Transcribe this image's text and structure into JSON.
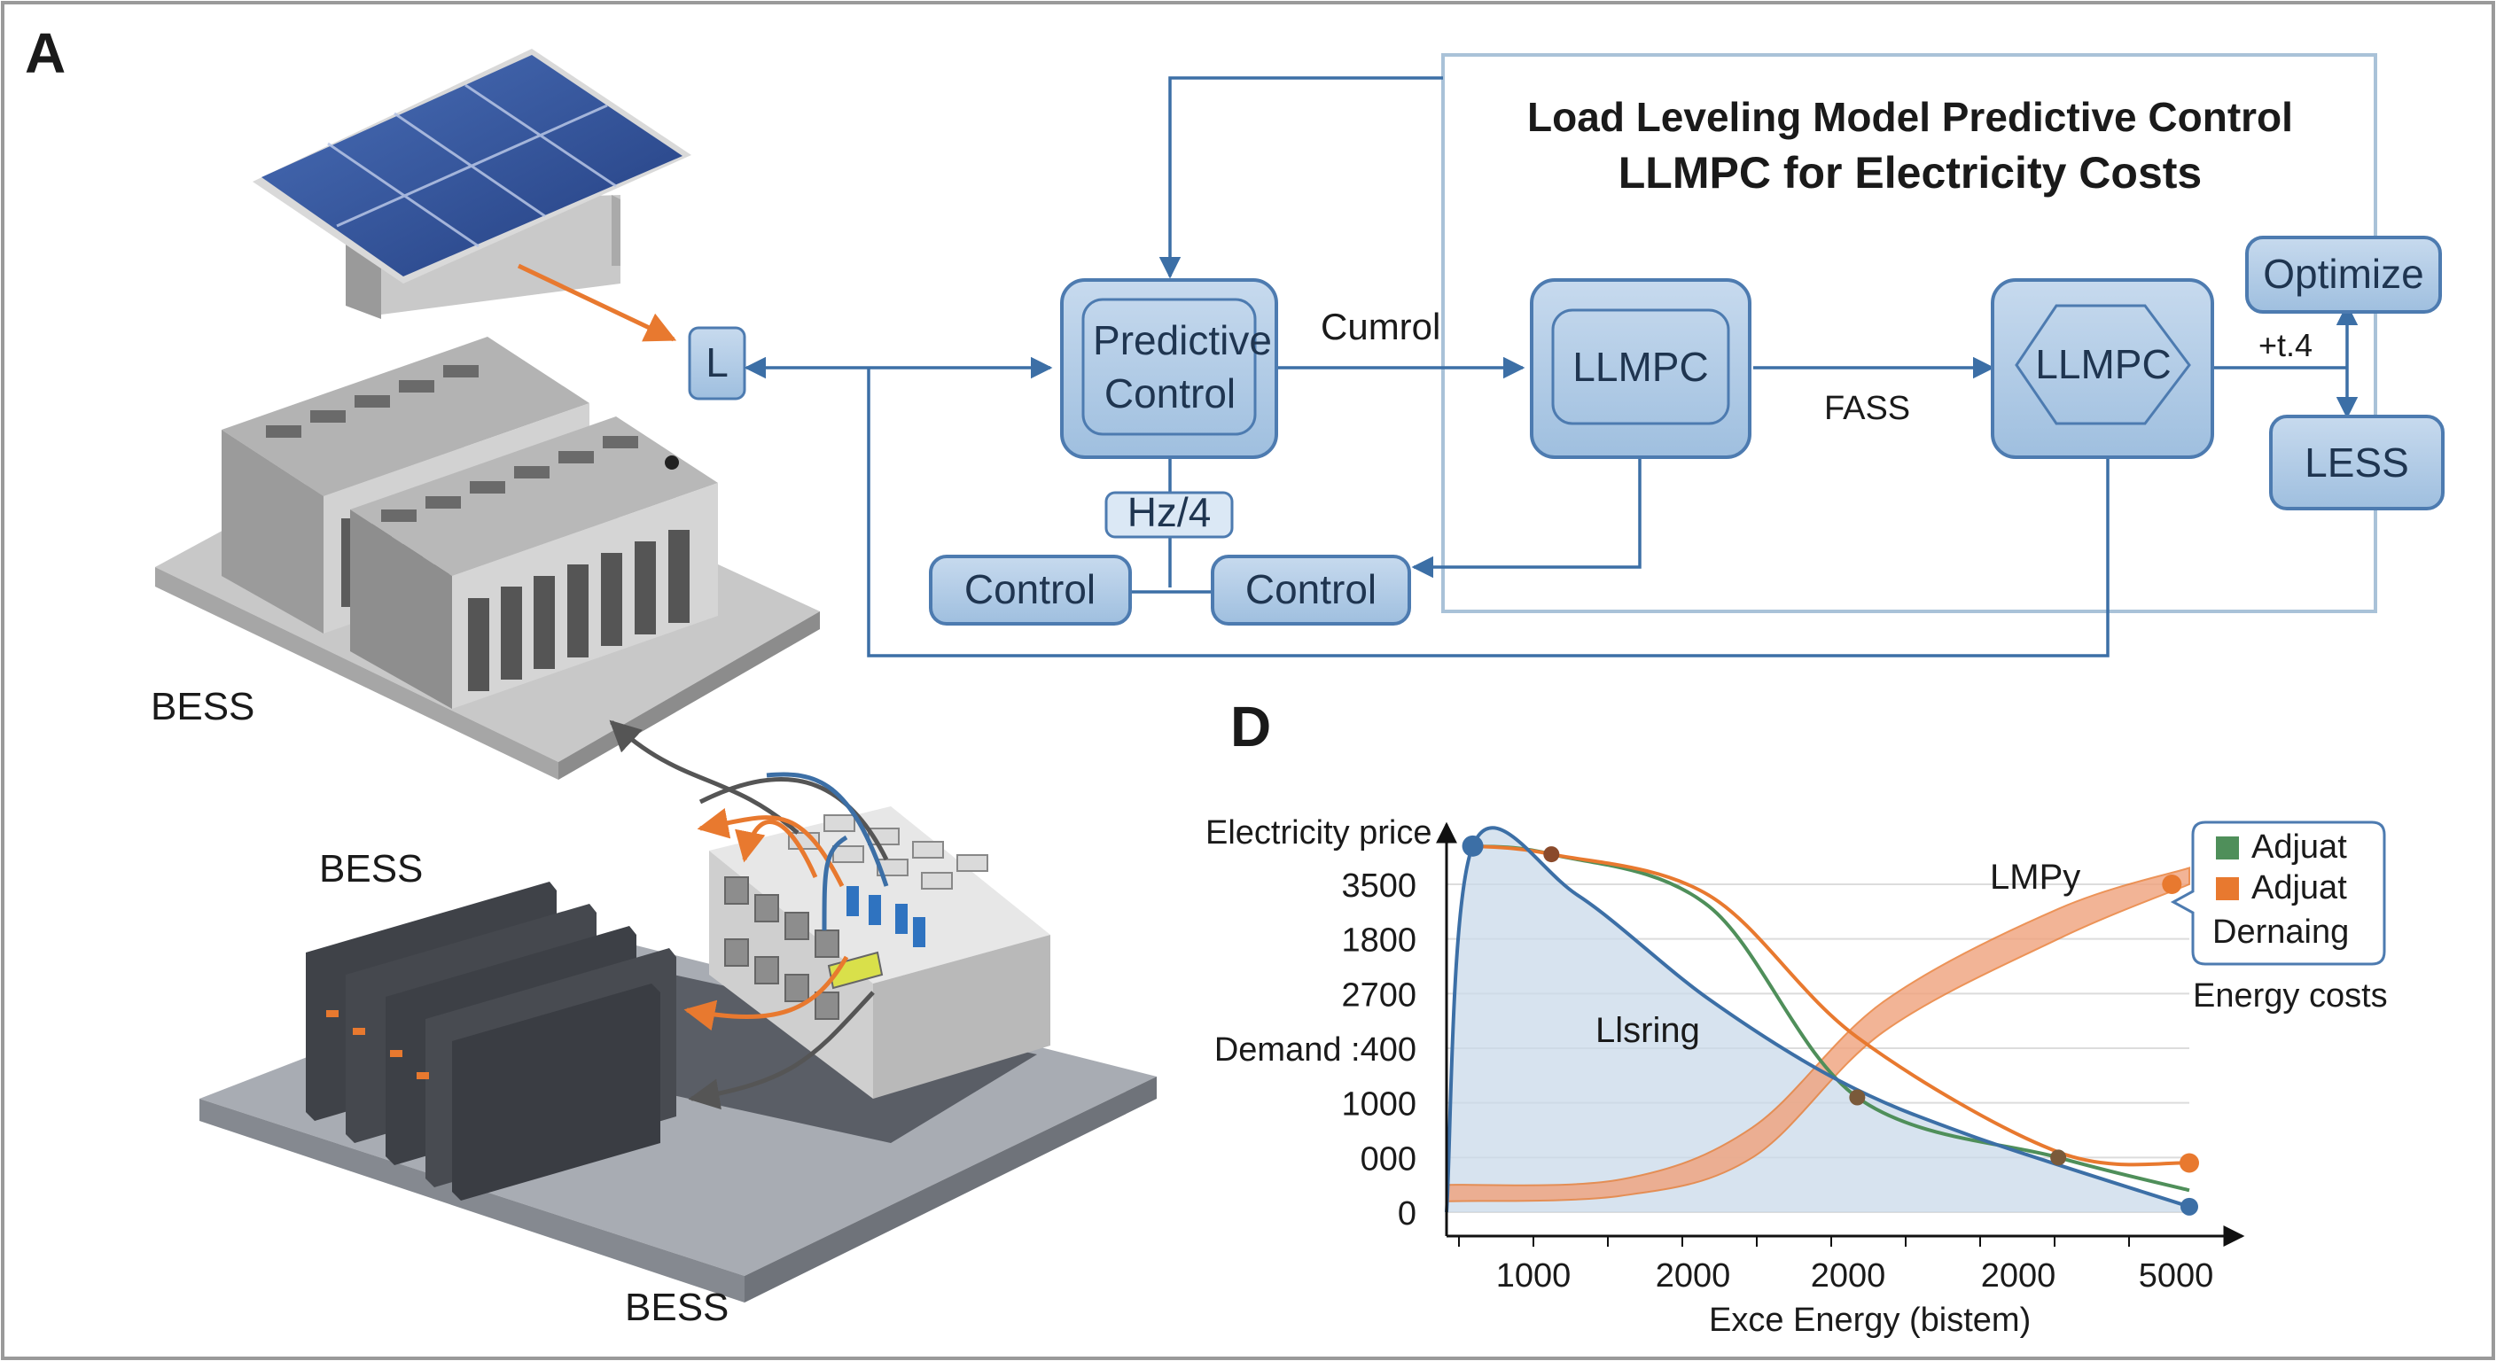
{
  "panels": {
    "a_label": "A",
    "d_label": "D"
  },
  "hardware": {
    "bess_top": "BESS",
    "bess_middle": "BESS",
    "bess_bottom": "BESS",
    "junction_label": "L"
  },
  "diagram": {
    "title_line1": "Load Leveling Model Predictive Control",
    "title_line2": "LLMPC for Electricity Costs",
    "predictive_control_line1": "Predictive",
    "predictive_control_line2": "Control",
    "control_edge_label": "Cumrol",
    "llmpc_box_label": "LLMPC",
    "fass_label": "FASS",
    "llmpc_hex_label": "LLMPC",
    "side_label": "+t.4",
    "optimize_label": "Optimize",
    "less_label": "LESS",
    "hz_label": "Hz/4",
    "control_left_label": "Control",
    "control_right_label": "Control"
  },
  "chart_data": {
    "type": "line",
    "ylabel": "Electricity price",
    "y_tick_labels": [
      "3500",
      "1800",
      "2700",
      "Demand :400",
      "1000",
      "000",
      "0"
    ],
    "xlabel": "Exce Energy (bistem)",
    "x_tick_labels": [
      "1000",
      "2000",
      "2000",
      "2000",
      "5000"
    ],
    "annotations": {
      "area_label": "Llsring",
      "band_label": "LMPy",
      "energy_costs": "Energy costs"
    },
    "legend": {
      "entries": [
        {
          "label": "Adjuat",
          "color": "#4f8f5a"
        },
        {
          "label": "Adjuat",
          "color": "#e8792f"
        }
      ],
      "extra_line": "Dernaing"
    },
    "series": [
      {
        "color": "#3c6fa6",
        "note": "blue filled curve",
        "points": [
          [
            0,
            0
          ],
          [
            0.3,
            6.7
          ],
          [
            1.5,
            5.8
          ],
          [
            3,
            3.9
          ],
          [
            4.5,
            2.4
          ],
          [
            6,
            1.4
          ],
          [
            8.5,
            0.1
          ]
        ]
      },
      {
        "color": "#4f8f5a",
        "note": "green curve",
        "points": [
          [
            0.3,
            6.7
          ],
          [
            1.2,
            6.55
          ],
          [
            3,
            5.6
          ],
          [
            4.7,
            2.1
          ],
          [
            7,
            1.0
          ],
          [
            8.5,
            0.4
          ]
        ]
      },
      {
        "color": "#e8792f",
        "note": "orange curve with markers",
        "points": [
          [
            0.3,
            6.7
          ],
          [
            1.2,
            6.55
          ],
          [
            3,
            5.8
          ],
          [
            4.7,
            3.2
          ],
          [
            7,
            1.1
          ],
          [
            8.5,
            0.9
          ]
        ]
      },
      {
        "color": "#e8792f",
        "note": "orange rising band (lower edge)",
        "points": [
          [
            0,
            0.2
          ],
          [
            2,
            0.3
          ],
          [
            3.5,
            1.0
          ],
          [
            5,
            3.3
          ],
          [
            7,
            5.0
          ],
          [
            8.5,
            6.0
          ]
        ]
      }
    ],
    "colors": {
      "blue": "#3c6fa6",
      "green": "#4f8f5a",
      "orange": "#e8792f",
      "band": "#f0a27c",
      "fill": "#c9daea"
    }
  }
}
